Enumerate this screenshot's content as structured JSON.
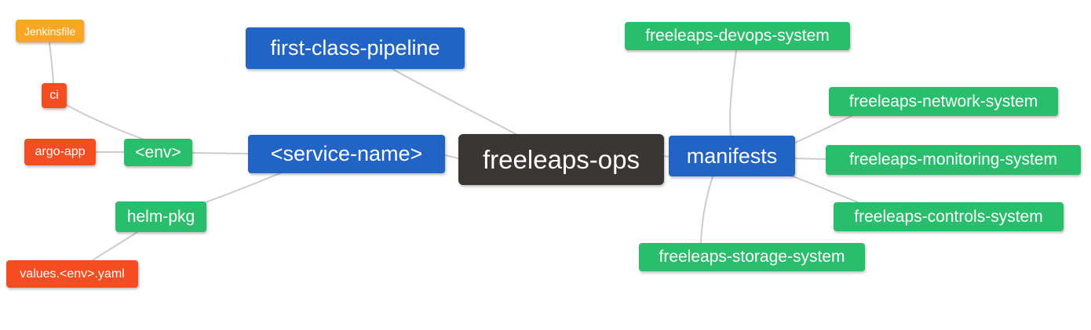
{
  "diagram": {
    "type": "mindmap",
    "background": "#FFFFFF",
    "palette": {
      "blue": "#2164C5",
      "green": "#28BE6C",
      "orange": "#F8A623",
      "red": "#F54D22",
      "dark": "#3A3634",
      "edge": "#CCCCCC",
      "text": "#FFFFFF"
    },
    "nodes": {
      "root": {
        "label": "freeleaps-ops",
        "color": "#3A3634"
      },
      "pipeline": {
        "label": "first-class-pipeline",
        "color": "#2164C5"
      },
      "service": {
        "label": "<service-name>",
        "color": "#2164C5"
      },
      "manifests": {
        "label": "manifests",
        "color": "#2164C5"
      },
      "env": {
        "label": "<env>",
        "color": "#28BE6C"
      },
      "helm_pkg": {
        "label": "helm-pkg",
        "color": "#28BE6C"
      },
      "ci": {
        "label": "ci",
        "color": "#F54D22"
      },
      "argo_app": {
        "label": "argo-app",
        "color": "#F54D22"
      },
      "values_env_yaml": {
        "label": "values.<env>.yaml",
        "color": "#F54D22"
      },
      "jenkinsfile": {
        "label": "Jenkinsfile",
        "color": "#F8A623"
      },
      "devops": {
        "label": "freeleaps-devops-system",
        "color": "#28BE6C"
      },
      "network": {
        "label": "freeleaps-network-system",
        "color": "#28BE6C"
      },
      "monitoring": {
        "label": "freeleaps-monitoring-system",
        "color": "#28BE6C"
      },
      "controls": {
        "label": "freeleaps-controls-system",
        "color": "#28BE6C"
      },
      "storage": {
        "label": "freeleaps-storage-system",
        "color": "#28BE6C"
      }
    },
    "edges": [
      {
        "from": "jenkinsfile",
        "to": "ci"
      },
      {
        "from": "ci",
        "to": "env"
      },
      {
        "from": "argo_app",
        "to": "env"
      },
      {
        "from": "env",
        "to": "service"
      },
      {
        "from": "helm_pkg",
        "to": "service"
      },
      {
        "from": "values_env_yaml",
        "to": "helm_pkg"
      },
      {
        "from": "pipeline",
        "to": "root"
      },
      {
        "from": "service",
        "to": "root"
      },
      {
        "from": "root",
        "to": "manifests"
      },
      {
        "from": "manifests",
        "to": "devops"
      },
      {
        "from": "manifests",
        "to": "network"
      },
      {
        "from": "manifests",
        "to": "monitoring"
      },
      {
        "from": "manifests",
        "to": "controls"
      },
      {
        "from": "manifests",
        "to": "storage"
      }
    ]
  }
}
